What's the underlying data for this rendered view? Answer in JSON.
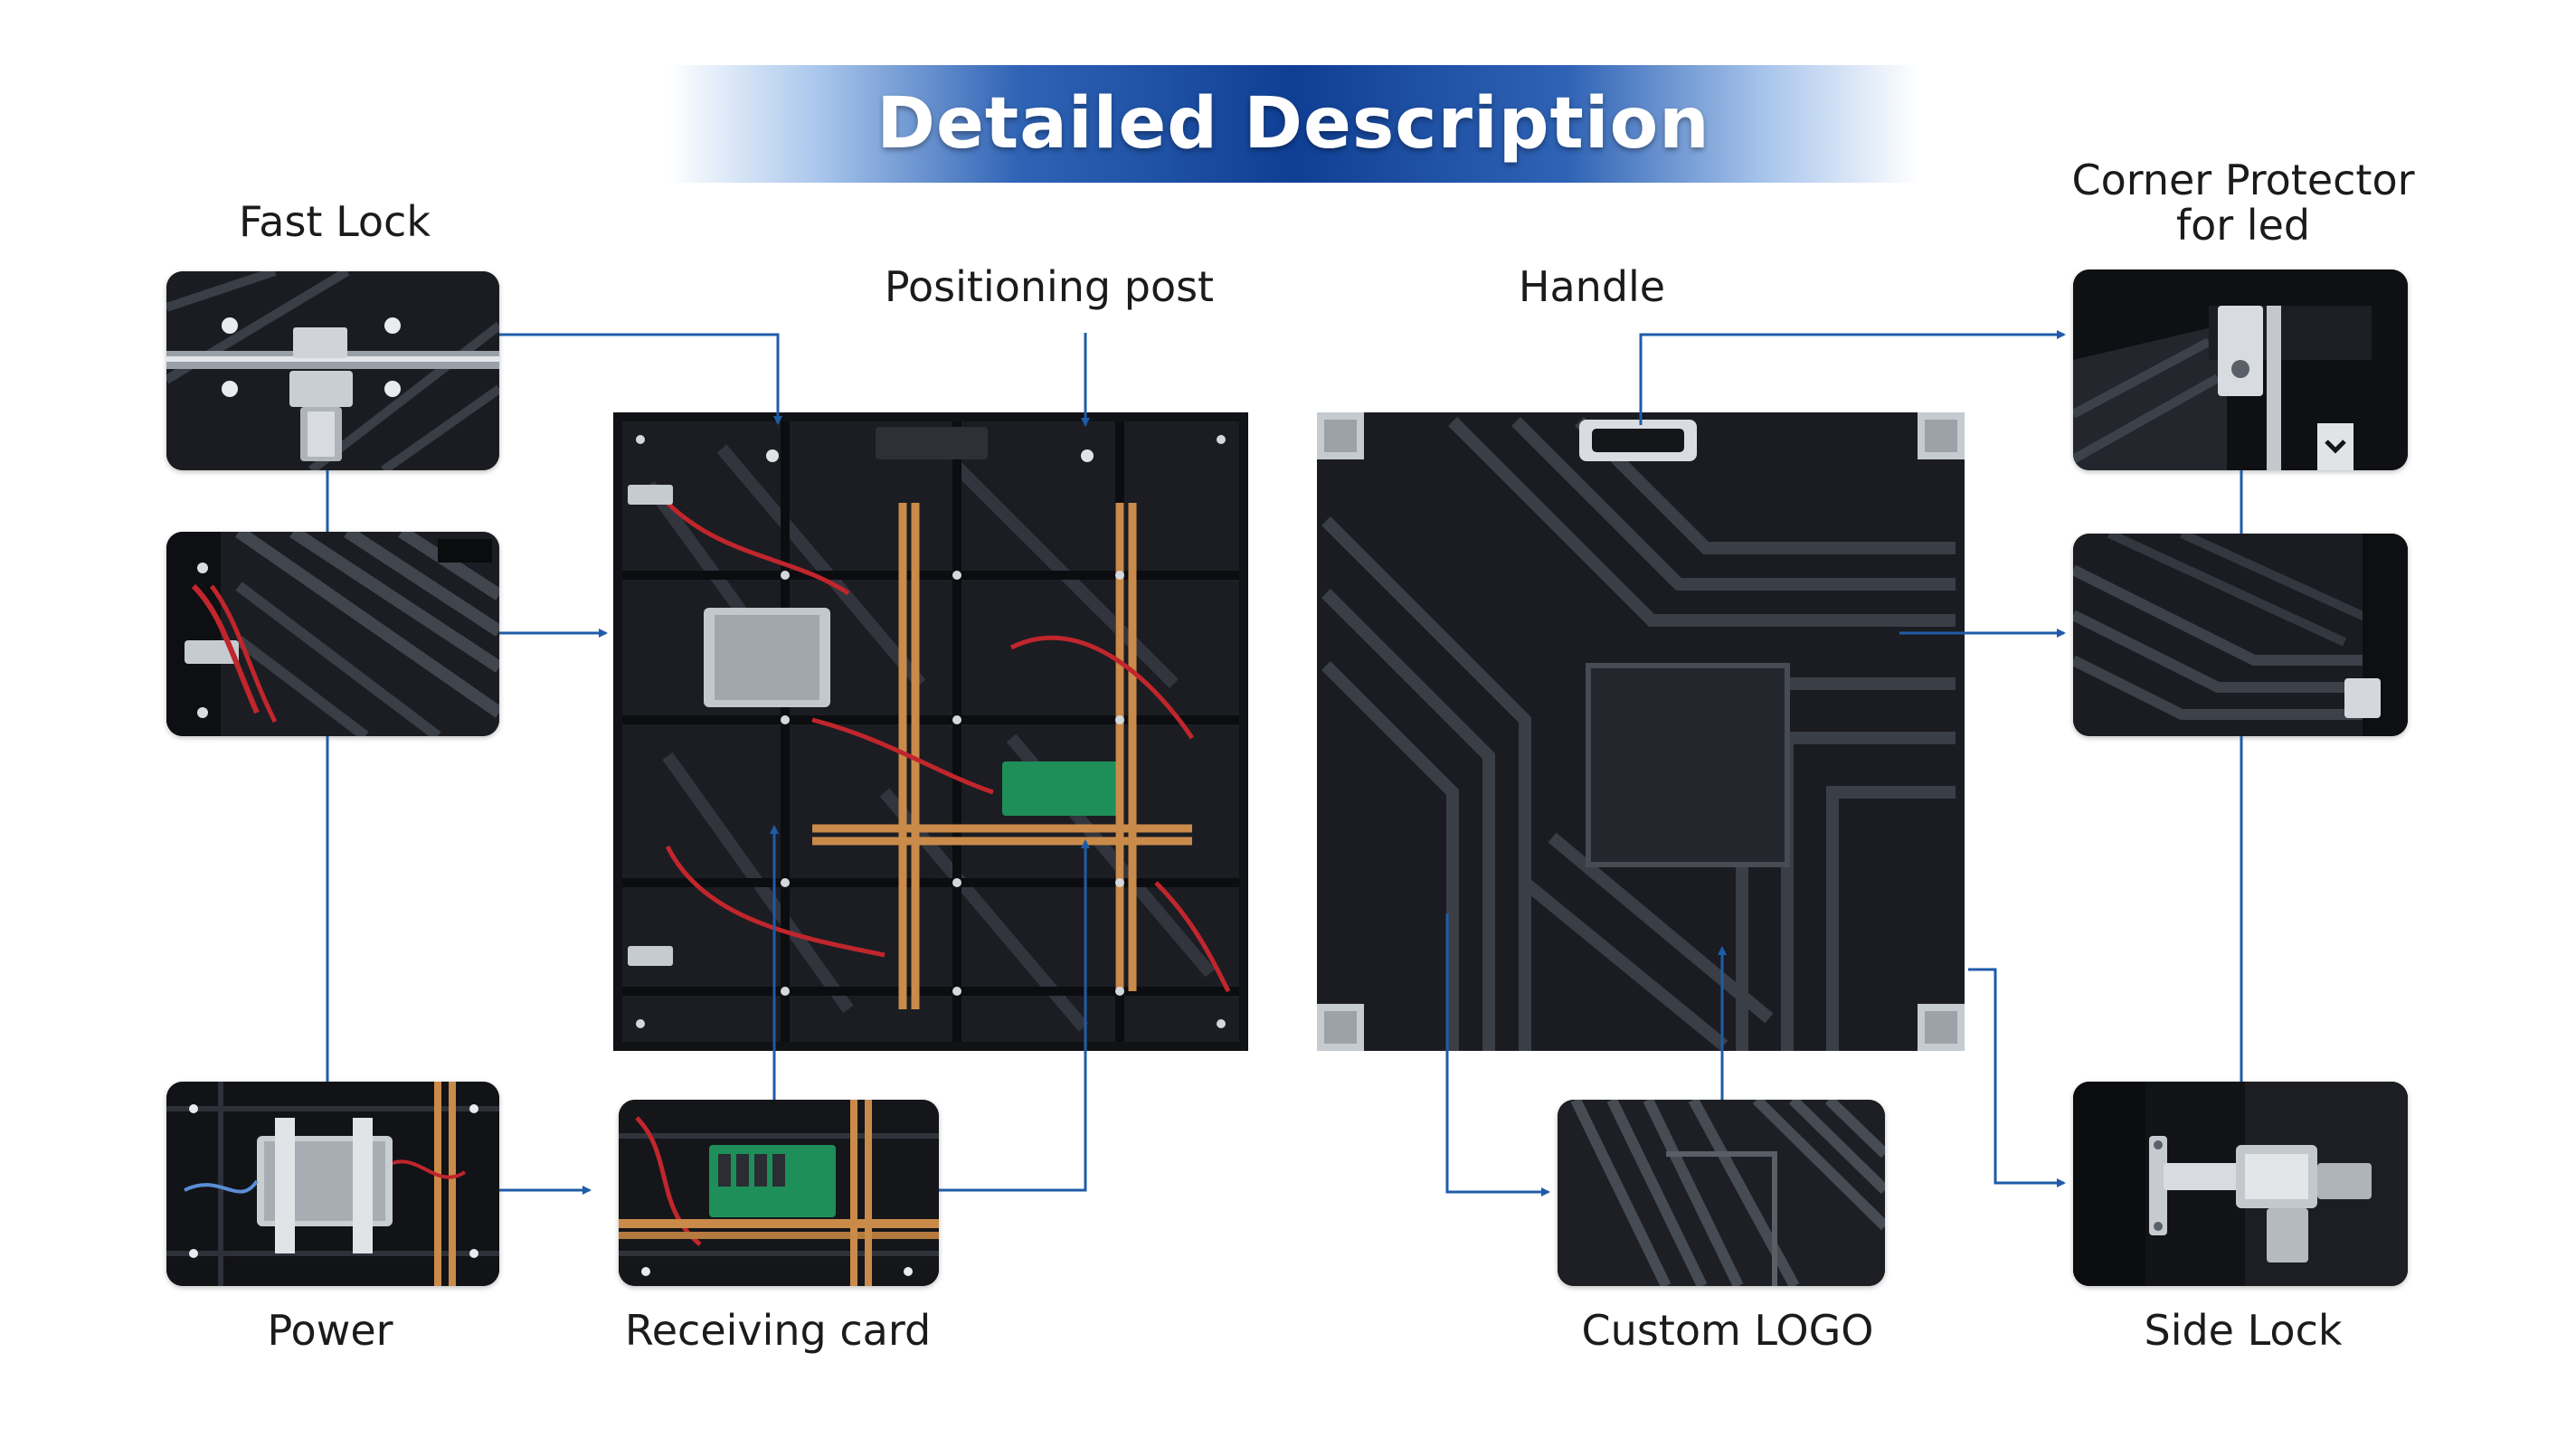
{
  "header": {
    "title": "Detailed Description"
  },
  "labels": {
    "fast_lock": "Fast Lock",
    "positioning_post": "Positioning post",
    "handle": "Handle",
    "corner_protector_line1": "Corner Protector",
    "corner_protector_line2": "for led",
    "power": "Power",
    "receiving_card": "Receiving card",
    "custom_logo": "Custom LOGO",
    "side_lock": "Side Lock"
  },
  "colors": {
    "accent": "#1f5ca8",
    "banner_dark": "#0f3f94",
    "panel_dark": "#1c1f25",
    "cable_orange": "#c98a4a",
    "cable_red": "#c0262c",
    "pcb_green": "#1f8f5a"
  }
}
